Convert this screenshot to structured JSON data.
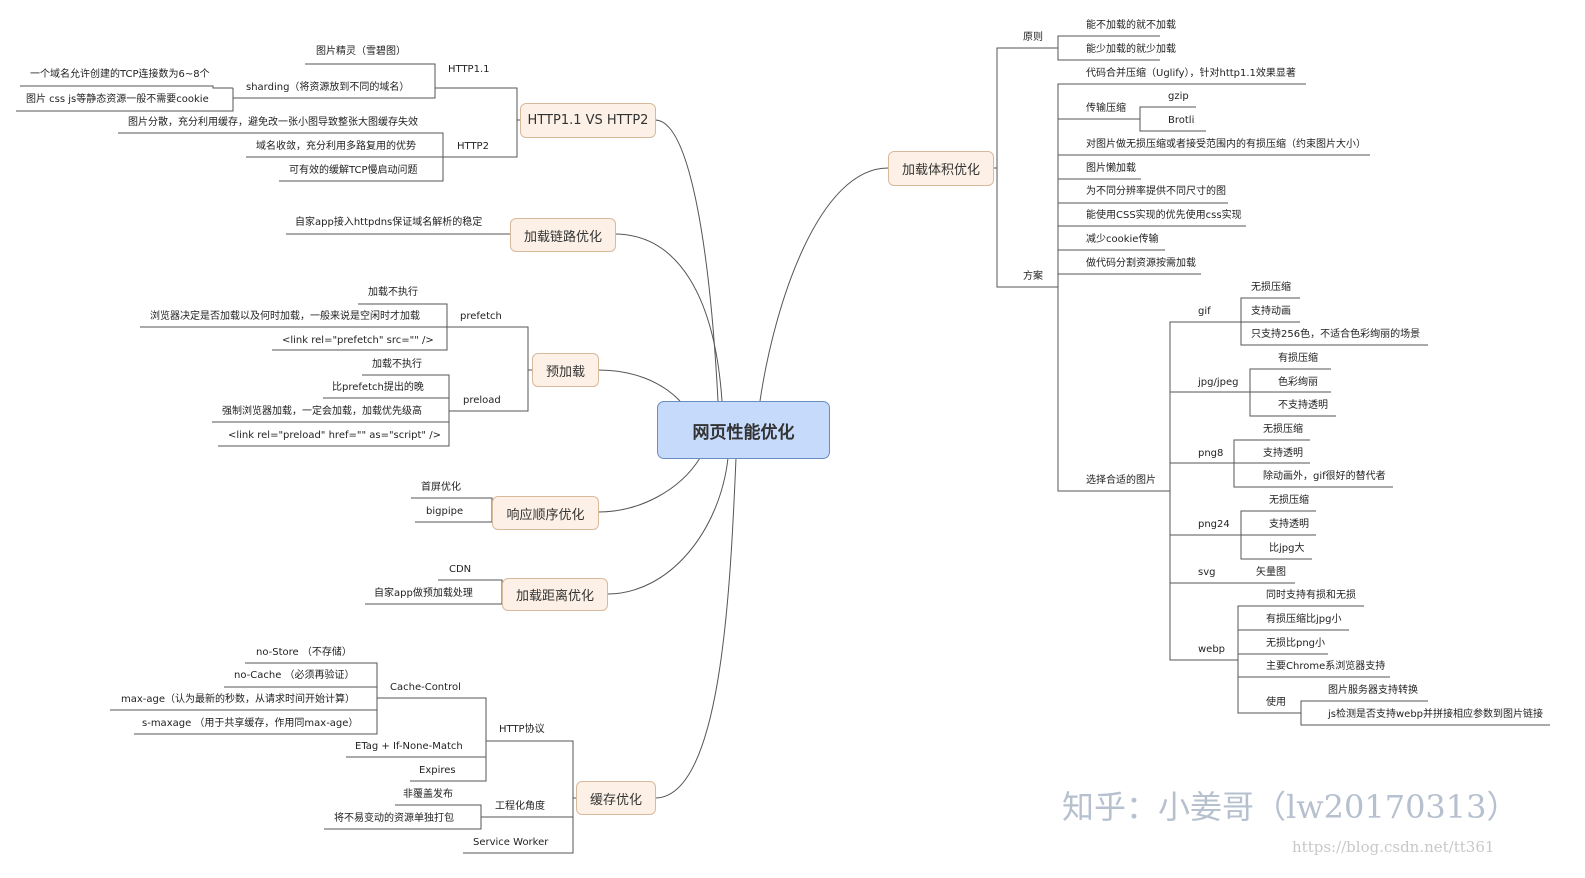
{
  "center": "网页性能优化",
  "watermark": "知乎：小姜哥（lw20170313）",
  "watermark_url": "https://blog.csdn.net/tt361",
  "colors": {
    "center_fill": "#c6dbfb",
    "center_border": "#6a8cc0",
    "topic_fill": "#fdf1e7",
    "topic_border": "#d9b99c",
    "line": "#555555",
    "watermark": "#b6c0cf"
  },
  "topics": {
    "http": "HTTP1.1 VS HTTP2",
    "link": "加载链路优化",
    "preload_topic": "预加载",
    "order": "响应顺序优化",
    "distance": "加载距离优化",
    "cache": "缓存优化",
    "volume": "加载体积优化"
  },
  "labels": {
    "http11": "HTTP1.1",
    "sprite": "图片精灵（雪碧图）",
    "sharding": "sharding（将资源放到不同的域名）",
    "tcp": "一个域名允许创建的TCP连接数为6~8个",
    "cookie": "图片 css js等静态资源一般不需要cookie",
    "http2": "HTTP2",
    "h2a": "图片分散，充分利用缓存，避免改一张小图导致整张大图缓存失效",
    "h2b": "域名收敛，充分利用多路复用的优势",
    "h2c": "可有效的缓解TCP慢启动问题",
    "httpdns": "自家app接入httpdns保证域名解析的稳定",
    "prefetch": "prefetch",
    "pf1": "加载不执行",
    "pf2": "浏览器决定是否加载以及何时加载，一般来说是空闲时才加载",
    "pf3": "<link rel=\"prefetch\" src=\"\" />",
    "preload": "preload",
    "pl1": "加载不执行",
    "pl2": "比prefetch提出的晚",
    "pl3": "强制浏览器加载，一定会加载，加载优先级高",
    "pl4": "<link rel=\"preload\" href=\"\" as=\"script\" />",
    "firstscreen": "首屏优化",
    "bigpipe": "bigpipe",
    "cdn": "CDN",
    "appload": "自家app做预加载处理",
    "httpproto": "HTTP协议",
    "cachecontrol": "Cache-Control",
    "nostore": "no-Store （不存储）",
    "nocache": "no-Cache （必须再验证）",
    "maxage": "max-age（认为最新的秒数，从请求时间开始计算）",
    "smaxage": "s-maxage （用于共享缓存，作用同max-age）",
    "etag": "ETag + If-None-Match",
    "expires": "Expires",
    "eng": "工程化角度",
    "nooverride": "非覆盖发布",
    "separate": "将不易变动的资源单独打包",
    "sw": "Service Worker",
    "principle": "原则",
    "p1": "能不加载的就不加载",
    "p2": "能少加载的就少加载",
    "plan": "方案",
    "s1": "代码合并压缩（Uglify），针对http1.1效果显著",
    "s2": "传输压缩",
    "gzip": "gzip",
    "brotli": "Brotli",
    "s3": "对图片做无损压缩或者接受范围内的有损压缩（约束图片大小）",
    "s4": "图片懒加载",
    "s5": "为不同分辨率提供不同尺寸的图",
    "s6": "能使用CSS实现的优先使用css实现",
    "s7": "减少cookie传输",
    "s8": "做代码分割资源按需加载",
    "s9": "选择合适的图片",
    "gif": "gif",
    "gif1": "无损压缩",
    "gif2": "支持动画",
    "gif3": "只支持256色，不适合色彩绚丽的场景",
    "jpg": "jpg/jpeg",
    "jpg1": "有损压缩",
    "jpg2": "色彩绚丽",
    "jpg3": "不支持透明",
    "png8": "png8",
    "png81": "无损压缩",
    "png82": "支持透明",
    "png83": "除动画外，gif很好的替代者",
    "png24": "png24",
    "png241": "无损压缩",
    "png242": "支持透明",
    "png243": "比jpg大",
    "svg": "svg",
    "svg1": "矢量图",
    "webp": "webp",
    "wp1": "同时支持有损和无损",
    "wp2": "有损压缩比jpg小",
    "wp3": "无损比png小",
    "wp4": "主要Chrome系浏览器支持",
    "use": "使用",
    "use1": "图片服务器支持转换",
    "use2": "js检测是否支持webp并拼接相应参数到图片链接"
  }
}
